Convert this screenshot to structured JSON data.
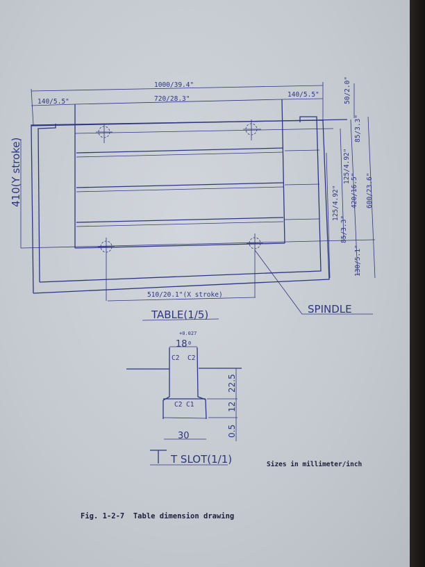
{
  "table_drawing": {
    "overall_width": "1000/39.4\"",
    "left_margin": "140/5.5\"",
    "center_width": "720/28.3\"",
    "right_margin": "140/5.5\"",
    "top_offset": "50/2.0\"",
    "slot_pitch_top": "85/3.3\"",
    "slot_spacing_1": "125/4.92\"",
    "slot_spacing_2": "125/4.92\"",
    "slot_pitch_bottom": "85/3.3\"",
    "table_depth": "420/16.5\"",
    "overall_depth": "600/23.6\"",
    "bottom_offset": "130/5.1\"",
    "y_stroke": "410(Y stroke)",
    "x_stroke": "510/20.1\"(X stroke)",
    "title": "TABLE(1/5)",
    "spindle_label": "SPINDLE"
  },
  "tslot_drawing": {
    "width_top": "18",
    "tolerance_upper": "+0.027",
    "tolerance_lower": "0",
    "chamfer_1": "C2",
    "chamfer_2": "C2",
    "chamfer_3": "C2",
    "chamfer_4": "C1",
    "depth_upper": "22.5",
    "depth_head": "12",
    "depth_bottom": "0.5",
    "width_bottom": "30",
    "title": "T SLOT(1/1)"
  },
  "units_note": "Sizes in millimeter/inch",
  "caption": "Fig. 1-2-7  Table dimension drawing"
}
